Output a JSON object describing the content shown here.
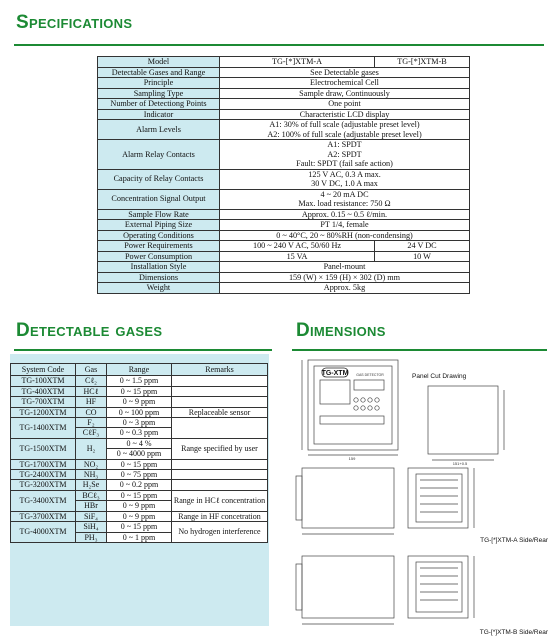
{
  "headings": {
    "specifications": "Specifications",
    "detectable_gases": "Detectable gases",
    "dimensions": "Dimensions"
  },
  "spec": {
    "model_label": "Model",
    "model_a": "TG-[*]XTM-A",
    "model_b": "TG-[*]XTM-B",
    "rows": [
      {
        "label": "Detectable Gases and Range",
        "lines": [
          "See Detectable gases"
        ]
      },
      {
        "label": "Principle",
        "lines": [
          "Electrochemical Cell"
        ]
      },
      {
        "label": "Sampling Type",
        "lines": [
          "Sample draw, Continuously"
        ]
      },
      {
        "label": "Number of Detectiong Points",
        "lines": [
          "One point"
        ]
      },
      {
        "label": "Indicator",
        "lines": [
          "Characteristic LCD display"
        ]
      },
      {
        "label": "Alarm Levels",
        "lines": [
          "A1: 30% of full scale (adjustable preset level)",
          "A2: 100% of full scale (adjustable preset level)"
        ]
      },
      {
        "label": "Alarm Relay Contacts",
        "lines": [
          "A1: SPDT",
          "A2: SPDT",
          "Fault: SPDT (fail safe action)"
        ]
      },
      {
        "label": "Capacity of Relay Contacts",
        "lines": [
          "125 V AC, 0.3 A max.",
          "30 V DC, 1.0 A max"
        ]
      },
      {
        "label": "Concentration Signal Output",
        "lines": [
          "4 ~ 20 mA DC",
          "Max. load resistance: 750 Ω"
        ]
      },
      {
        "label": "Sample Flow Rate",
        "lines": [
          "Approx. 0.15 ~ 0.5 ℓ/min."
        ]
      },
      {
        "label": "External Piping Size",
        "lines": [
          "PT 1/4, female"
        ]
      },
      {
        "label": "Operating Conditions",
        "lines": [
          "0 ~ 40°C, 20 ~ 80%RH (non-condensing)"
        ]
      }
    ],
    "power_req": {
      "label": "Power Requirements",
      "a": "100 ~ 240 V AC, 50/60 Hz",
      "b": "24 V DC"
    },
    "power_cons": {
      "label": "Power Consumption",
      "a": "15 VA",
      "b": "10 W"
    },
    "rows2": [
      {
        "label": "Installation Style",
        "lines": [
          "Panel-mount"
        ]
      },
      {
        "label": "Dimensions",
        "lines": [
          "159 (W) × 159 (H) × 302 (D) mm"
        ]
      },
      {
        "label": "Weight",
        "lines": [
          "Approx. 5kg"
        ]
      }
    ]
  },
  "gases": {
    "headers": [
      "System Code",
      "Gas",
      "Range",
      "Remarks"
    ],
    "rows": [
      {
        "code": "TG-100XTM",
        "gas": "Cℓ₂",
        "range": "0 ~ 1.5 ppm"
      },
      {
        "code": "TG-400XTM",
        "gas": "HCℓ",
        "range": "0 ~ 15 ppm"
      },
      {
        "code": "TG-700XTM",
        "gas": "HF",
        "range": "0 ~ 9 ppm"
      },
      {
        "code": "TG-1200XTM",
        "gas": "CO",
        "range": "0 ~ 100 ppm",
        "remark": "Replaceable sensor"
      },
      {
        "code": "TG-1400XTM",
        "gas": "F₂",
        "range": "0 ~ 3 ppm",
        "gas2": "CℓF₃",
        "range2": "0 ~ 0.3 ppm"
      },
      {
        "code": "TG-1500XTM",
        "gas": "H₂",
        "range": "0 ~ 4 %",
        "range2": "0 ~ 4000 ppm",
        "remark": "Range specified by user"
      },
      {
        "code": "TG-1700XTM",
        "gas": "NO₂",
        "range": "0 ~ 15 ppm"
      },
      {
        "code": "TG-2400XTM",
        "gas": "NH₃",
        "range": "0 ~ 75 ppm"
      },
      {
        "code": "TG-3200XTM",
        "gas": "H₂Se",
        "range": "0 ~ 0.2 ppm"
      },
      {
        "code": "TG-3400XTM",
        "gas": "BCℓ₃",
        "range": "0 ~ 15 ppm",
        "gas2": "HBr",
        "range2": "0 ~ 9 ppm",
        "remark": "Range in HCℓ concentration"
      },
      {
        "code": "TG-3700XTM",
        "gas": "SiF₄",
        "range": "0 ~ 9 ppm",
        "remark": "Range in HF concetration"
      },
      {
        "code": "TG-4000XTM",
        "gas": "SiH₄",
        "range": "0 ~ 15 ppm",
        "gas2": "PH₃",
        "range2": "0 ~ 1 ppm",
        "remark": "No hydrogen interference"
      }
    ]
  },
  "dims": {
    "front_label": "TG-XTM",
    "front_sub": "GAS DETECTOR",
    "panel_cut": "Panel Cut Drawing",
    "caption_a": "TG-[*]XTM-A Side/Rear",
    "caption_b": "TG-[*]XTM-B Side/Rear",
    "dim_159": "159",
    "dim_151": "151+0.5"
  },
  "colors": {
    "heading": "#1c8a34",
    "table_bg": "#cdeaf0"
  }
}
